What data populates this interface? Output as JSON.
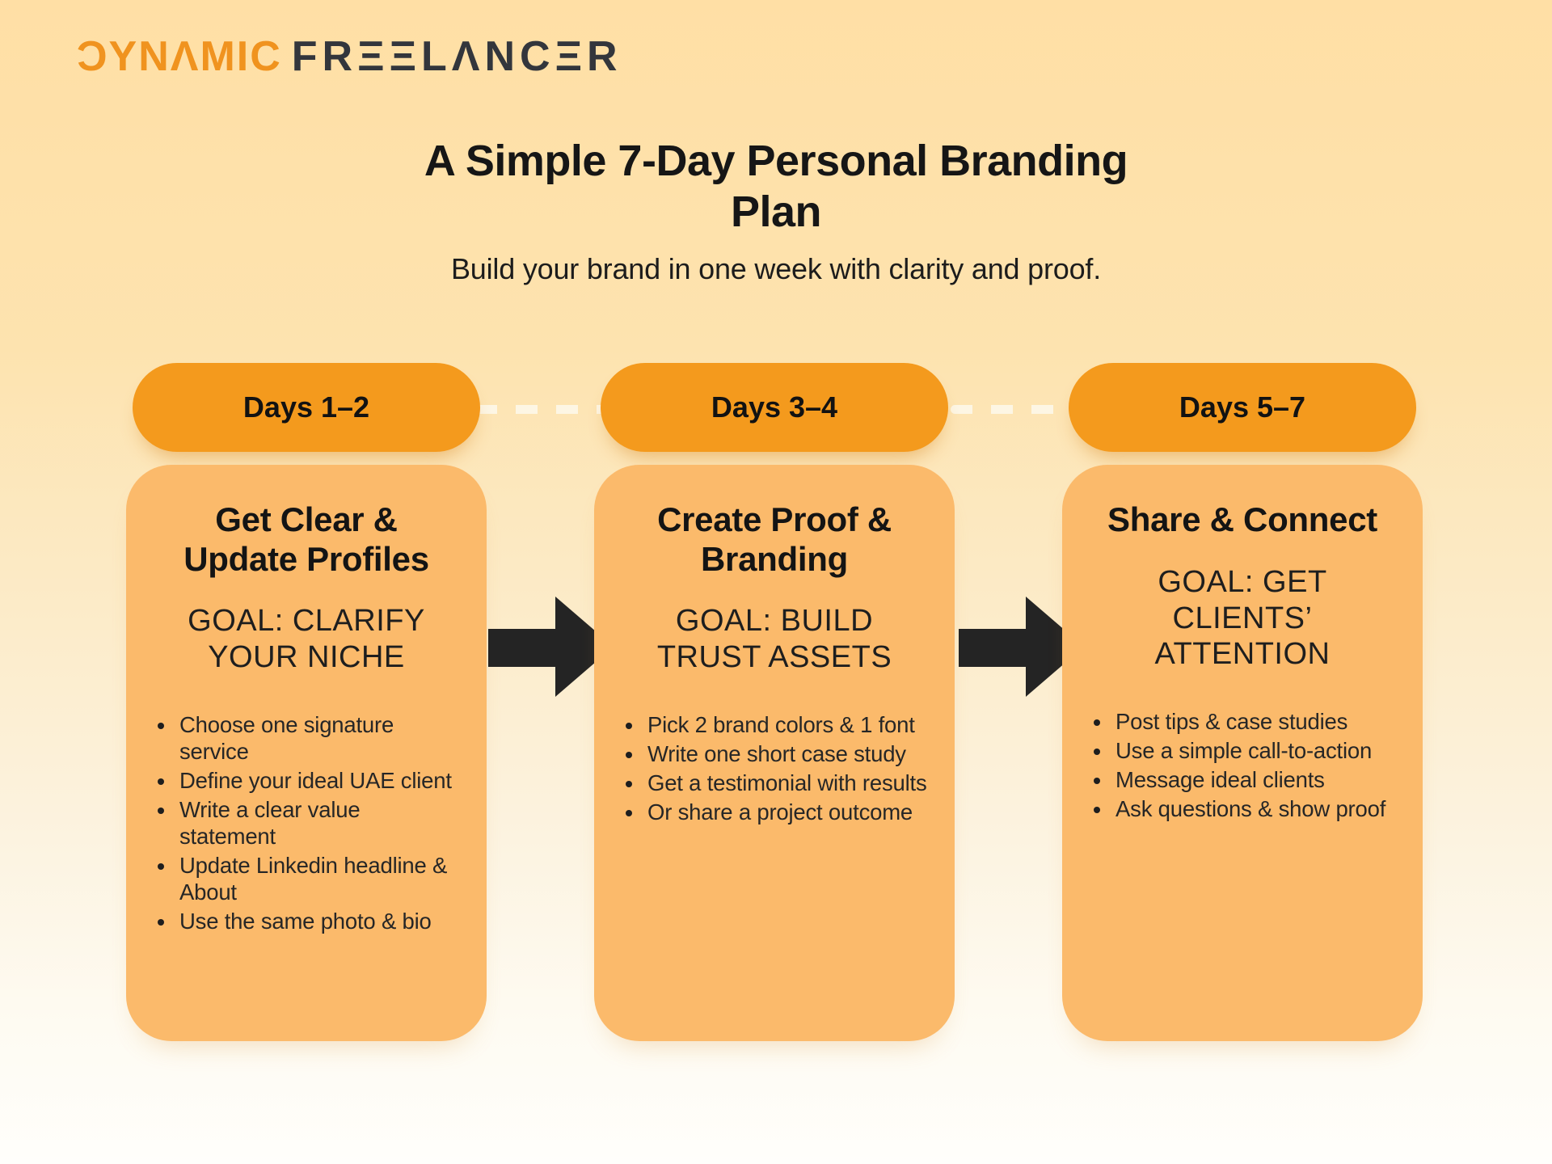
{
  "logo": {
    "primary": "DYNAMIC",
    "secondary": "FREELANCER",
    "primary_display": "ƆYNΛMIC",
    "secondary_display": "FRΞΞLΛNCΞR",
    "primary_color": "#F0931F",
    "secondary_color": "#33363C"
  },
  "header": {
    "title": "A Simple 7-Day Personal Branding\nPlan",
    "subtitle": "Build your brand in one week with clarity and proof."
  },
  "colors": {
    "background_top": "#FFDFA5",
    "background_bottom": "#FFFEFB",
    "pill": "#F49A1D",
    "card": "#FBBA6B",
    "arrow": "#242424",
    "heading_text": "#161616",
    "body_text": "#262626",
    "connector": "#FDF7E7"
  },
  "columns": [
    {
      "pill": "Days 1–2",
      "title": "Get Clear &\nUpdate Profiles",
      "goal": "GOAL: CLARIFY\nYOUR NICHE",
      "bullets": [
        "Choose one signature service",
        "Define your ideal UAE client",
        "Write a clear value statement",
        "Update Linkedin headline & About",
        "Use the same photo & bio"
      ]
    },
    {
      "pill": "Days 3–4",
      "title": "Create Proof &\nBranding",
      "goal": "GOAL: BUILD\nTRUST ASSETS",
      "bullets": [
        "Pick 2 brand colors & 1 font",
        "Write one short case study",
        "Get a testimonial with results",
        "Or share a project outcome"
      ]
    },
    {
      "pill": "Days 5–7",
      "title": "Share & Connect",
      "goal": "GOAL: GET\nCLIENTS’\nATTENTION",
      "bullets": [
        "Post tips & case studies",
        "Use a simple call-to-action",
        "Message ideal clients",
        "Ask questions & show proof"
      ]
    }
  ]
}
